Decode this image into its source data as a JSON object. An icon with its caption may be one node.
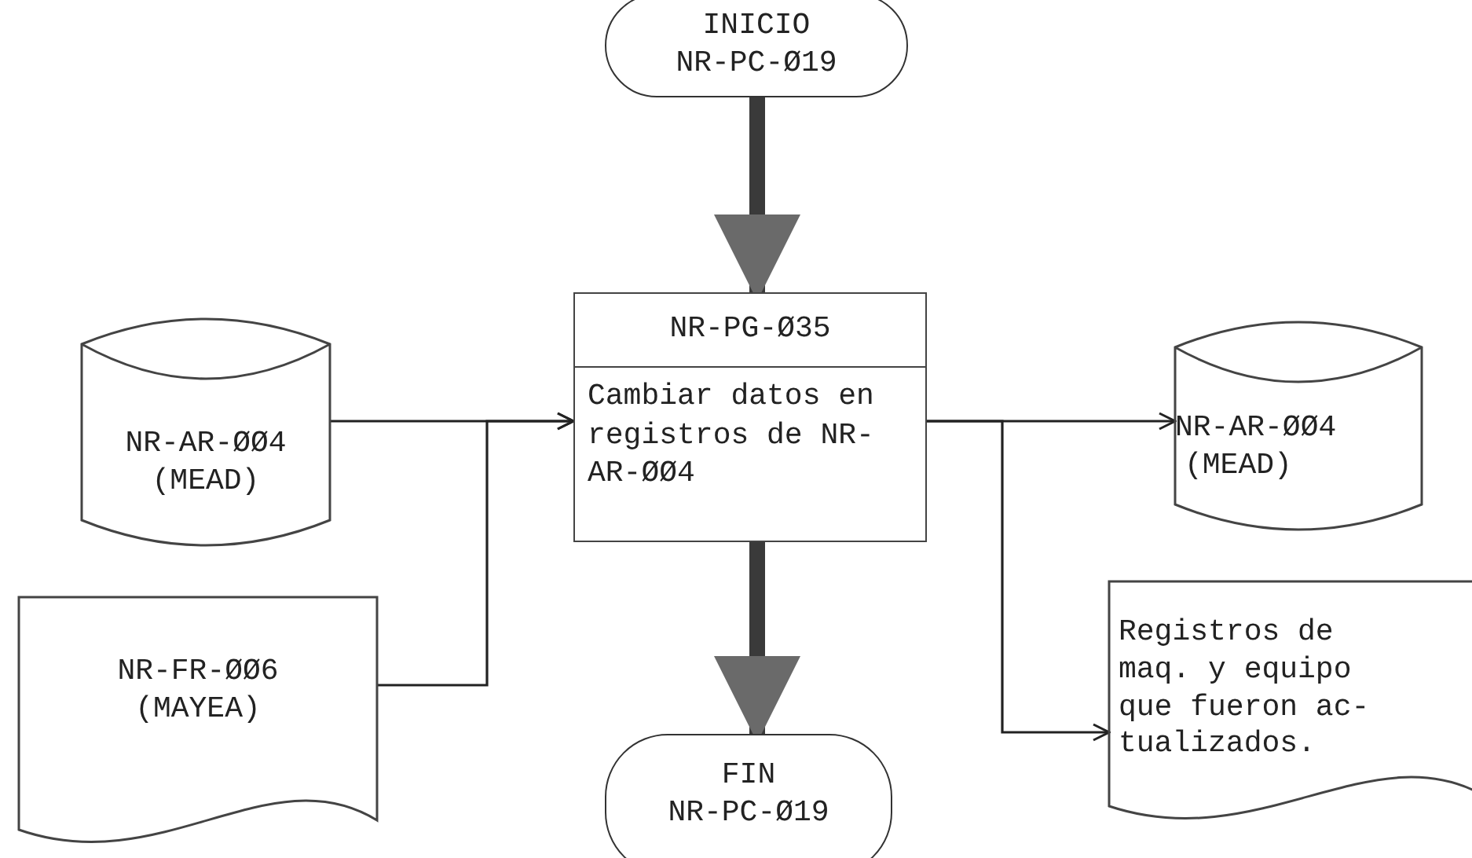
{
  "diagram": {
    "nodes": [
      {
        "text": [
          "INICIO",
          "NR-PC-Ø19"
        ]
      },
      {
        "text": [
          "NR-PG-Ø35",
          "Cambiar datos en registros de NR-AR-ØØ4"
        ]
      },
      {
        "text": [
          "NR-AR-ØØ4",
          "(MEAD)"
        ]
      },
      {
        "text": [
          "NR-FR-ØØ6",
          "(MAYEA)"
        ]
      },
      {
        "text": [
          "NR-AR-ØØ4",
          "(MEAD)"
        ]
      },
      {
        "text": [
          "Registros de maq. y equipo que fueron ac- tualizados."
        ]
      },
      {
        "text": [
          "FIN",
          "NR-PC-Ø19"
        ]
      }
    ],
    "edges": [
      {
        "from": 0,
        "to": 1,
        "arrow": "to",
        "style": "thick",
        "color": "#3a3a3a"
      },
      {
        "from": 2,
        "to": 1,
        "arrow": "to"
      },
      {
        "from": 3,
        "to": 1,
        "arrow": "to"
      },
      {
        "from": 1,
        "to": 4,
        "arrow": "to"
      },
      {
        "from": 1,
        "to": 5,
        "arrow": "to"
      },
      {
        "from": 1,
        "to": 6,
        "arrow": "to",
        "style": "thick",
        "color": "#3a3a3a"
      }
    ]
  }
}
